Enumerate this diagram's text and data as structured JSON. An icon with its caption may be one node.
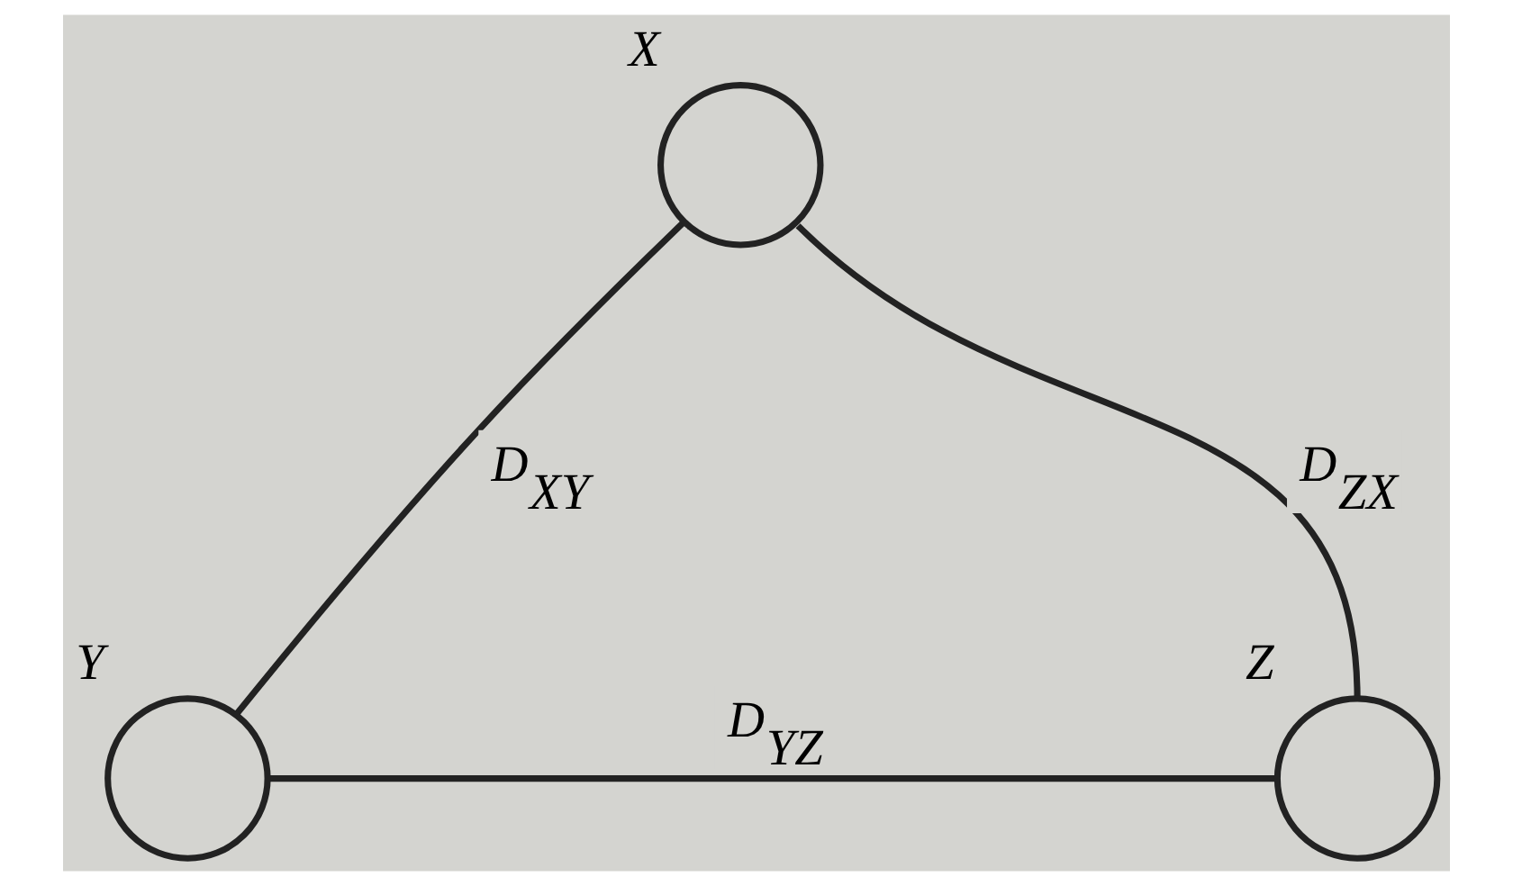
{
  "diagram": {
    "nodes": [
      {
        "text": [],
        "shape": "circle",
        "beside": [
          "X"
        ]
      },
      {
        "text": [],
        "shape": "circle",
        "beside": [
          "Y"
        ]
      },
      {
        "text": [],
        "shape": "circle",
        "beside": [
          "Z"
        ]
      }
    ],
    "edges": [
      {
        "from": 0,
        "to": 1,
        "arrow": "none",
        "label": "D$_{XY}$"
      },
      {
        "from": 2,
        "to": 0,
        "arrow": "none",
        "label": "D$_{ZX}$"
      },
      {
        "from": 1,
        "to": 2,
        "arrow": "none",
        "label": "D$_{YZ}$"
      }
    ]
  }
}
